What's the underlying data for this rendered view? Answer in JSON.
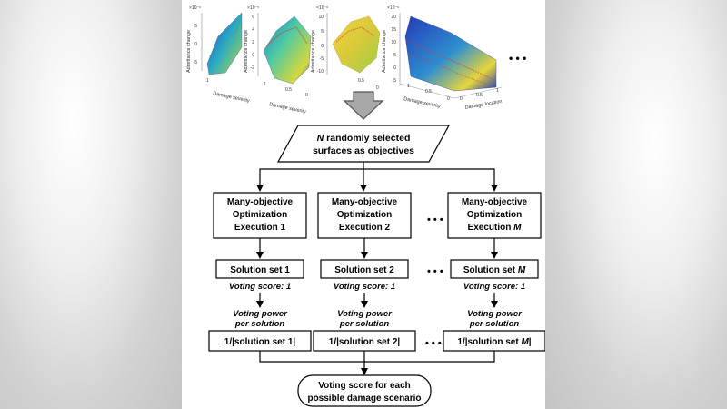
{
  "plots": {
    "ylabel": "Admittance change",
    "exp_p1": "×10⁻⁶",
    "exp_p2": "×10⁻⁵",
    "exp_p3": "×10⁻⁶",
    "exp_p4": "×10⁻⁶",
    "p1_yticks": [
      "5",
      "0",
      "-5"
    ],
    "p2_yticks": [
      "6",
      "4",
      "2",
      "0",
      "-2"
    ],
    "p3_yticks": [
      "10",
      "5",
      "0",
      "-5",
      "-10"
    ],
    "p4_yticks": [
      "20",
      "15",
      "10",
      "5",
      "0",
      "-5"
    ],
    "sev_ticks": [
      "1",
      "0.5",
      "0"
    ],
    "loc_ticks": [
      "0",
      "0.5",
      "1"
    ],
    "xlabel_severity": "Damage severity",
    "xlabel_location": "Damage location",
    "ellipsis": "• • •"
  },
  "flow": {
    "input_line1_italic": "N",
    "input_line1_rest": " randomly selected",
    "input_line2": "surfaces as objectives",
    "exec_line1": "Many-objective",
    "exec_line2": "Optimization",
    "exec_prefix": "Execution ",
    "idx_1": "1",
    "idx_2": "2",
    "idx_m": "M",
    "solset_prefix": "Solution set ",
    "voting_score": "Voting score: 1",
    "voting_power_line1": "Voting power",
    "voting_power_line2": "per solution",
    "card_prefix": "1/|solution set ",
    "card_suffix": "|",
    "ellipsis": "• • •",
    "output_line1": "Voting score for each",
    "output_line2": "possible damage scenario"
  }
}
